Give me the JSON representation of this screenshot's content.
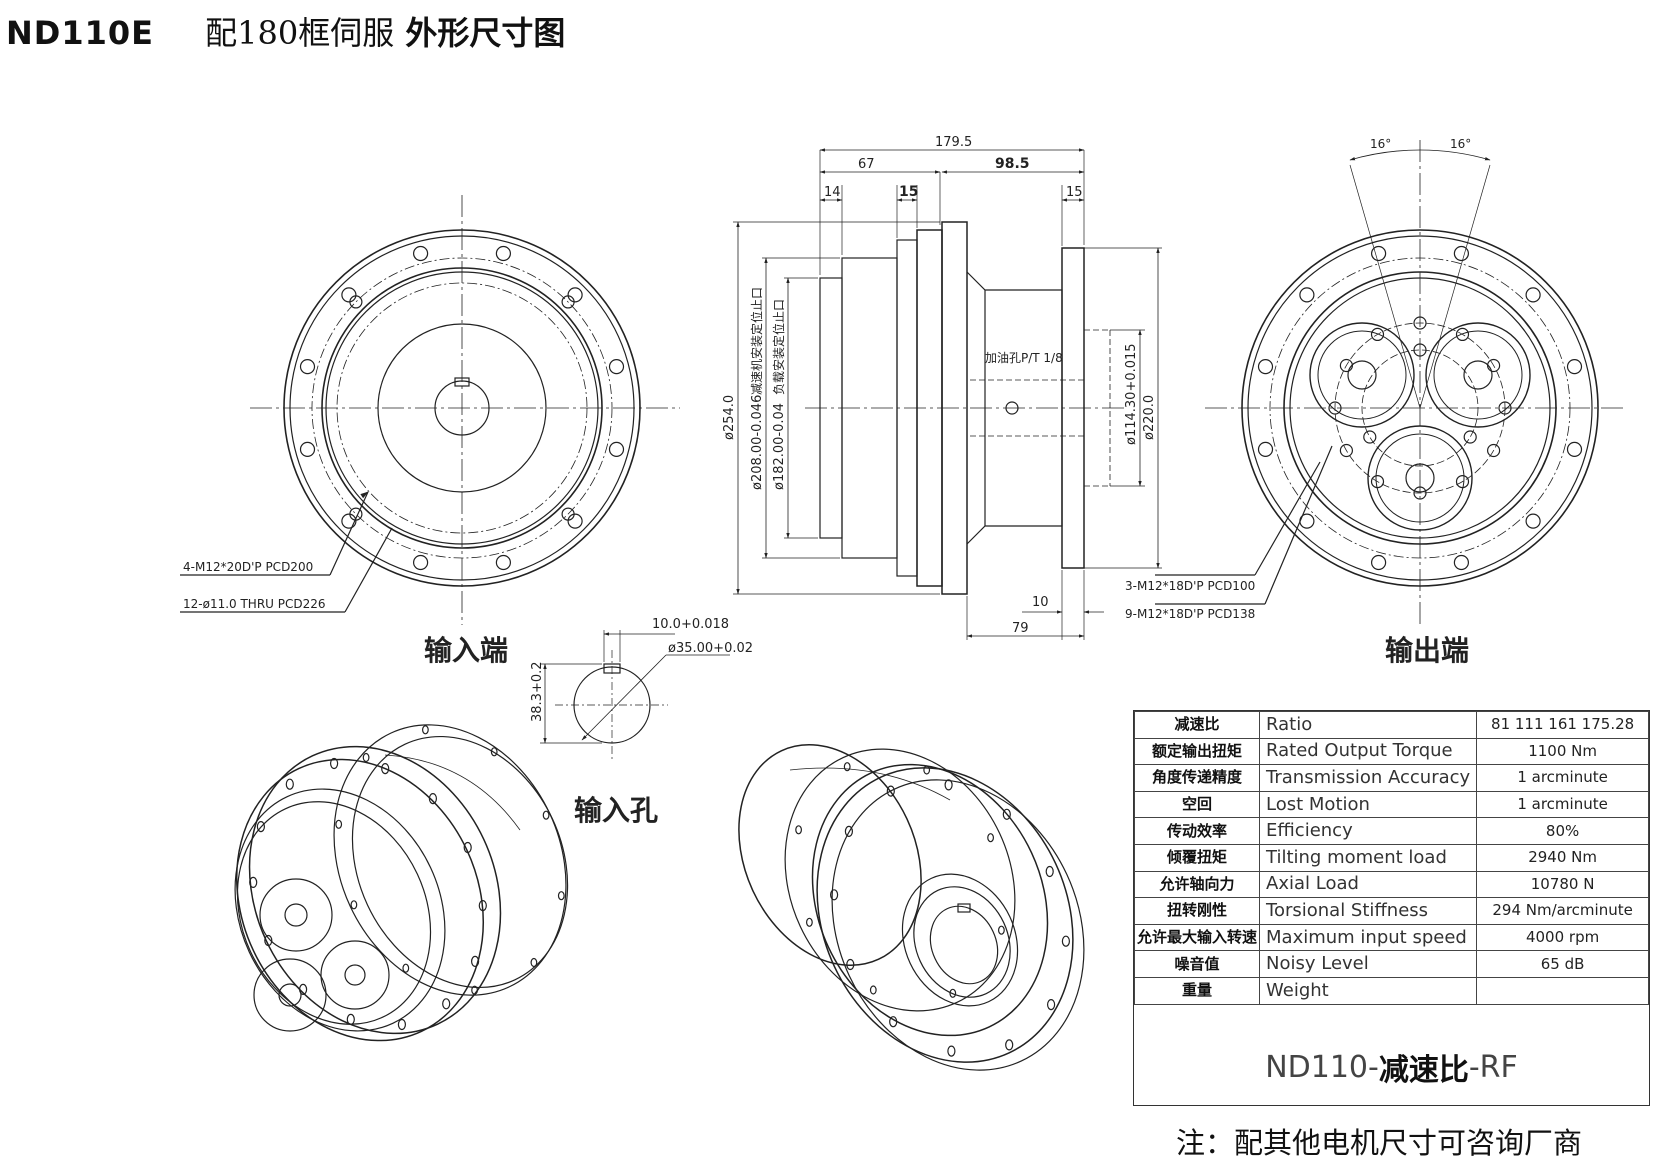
{
  "title": {
    "model": "ND110E",
    "subtitle": "配180框伺服",
    "emphasis": "外形尺寸图"
  },
  "captions": {
    "input_end": "输入端",
    "output_end": "输出端",
    "input_hole": "输入孔"
  },
  "dimensions": {
    "overall_length": "179.5",
    "d67": "67",
    "d98_5": "98.5",
    "d14": "14",
    "d15_left": "15",
    "d15_right": "15",
    "d10": "10",
    "d79": "79",
    "dia254": "ø254.0",
    "dia208": "ø208.00-0.046",
    "dia182": "ø182.00-0.04",
    "dia114": "ø114.30+0.015",
    "dia220": "ø220.0",
    "label_reducer_mount": "减速机安装定位止口",
    "label_load_mount": "负载安装定位止口",
    "oil_hole": "加油孔P/T 1/8",
    "angle_left": "16°",
    "angle_right": "16°",
    "input_tap": "4-M12*20D'P PCD200",
    "input_thru": "12-ø11.0 THRU PCD226",
    "output_tap1": "3-M12*18D'P PCD100",
    "output_tap2": "9-M12*18D'P PCD138",
    "key_width": "10.0+0.018",
    "bore_dia": "ø35.00+0.02",
    "key_depth": "38.3+0.2"
  },
  "specs": [
    {
      "zh": "减速比",
      "en": "Ratio",
      "value": "81  111  161  175.28"
    },
    {
      "zh": "额定输出扭矩",
      "en": "Rated Output Torque",
      "value": "1100 Nm"
    },
    {
      "zh": "角度传递精度",
      "en": "Transmission Accuracy",
      "value": "1 arcminute"
    },
    {
      "zh": "空回",
      "en": "Lost Motion",
      "value": "1 arcminute"
    },
    {
      "zh": "传动效率",
      "en": "Efficiency",
      "value": "80%"
    },
    {
      "zh": "倾覆扭矩",
      "en": "Tilting moment load",
      "value": "2940 Nm"
    },
    {
      "zh": "允许轴向力",
      "en": "Axial Load",
      "value": "10780 N"
    },
    {
      "zh": "扭转刚性",
      "en": "Torsional Stiffness",
      "value": "294 Nm/arcminute"
    },
    {
      "zh": "允许最大输入转速",
      "en": "Maximum input speed",
      "value": "4000 rpm"
    },
    {
      "zh": "噪音值",
      "en": "Noisy Level",
      "value": "65 dB"
    },
    {
      "zh": "重量",
      "en": "Weight",
      "value": ""
    }
  ],
  "model_code": {
    "prefix": "ND110-",
    "middle": "减速比",
    "suffix": "-RF"
  },
  "note": "注：配其他电机尺寸可咨询厂商"
}
